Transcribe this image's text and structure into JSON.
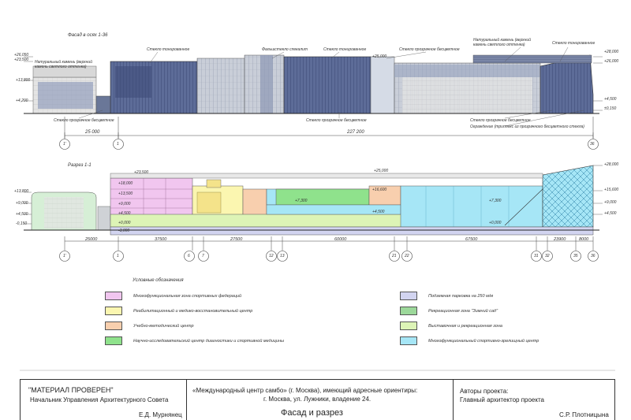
{
  "facade": {
    "title": "Фасад в осях 1-36",
    "callouts": [
      "Натуральный камень (верхний камень светлого оттенка)",
      "Стекло тонированное",
      "Фальшстекло спекалит",
      "Стекло тонированное",
      "Стекло прозрачное бесцветное",
      "Натуральный камень (верхний камень светлого оттенка)",
      "Стекло тонированное",
      "Стекло прозрачное бесцветное",
      "Стекло прозрачное бесцветное",
      "Стекло прозрачное бесцветное",
      "Ограждение (триплекс из прозрачного бесцветного стекла)"
    ],
    "levels_left": [
      "+26,050",
      "+23,500",
      "+13,800",
      "+4,200"
    ],
    "levels_right": [
      "+28,000",
      "+26,000",
      "+4,500",
      "±0,150"
    ],
    "level_mid": "+25,000",
    "dims": [
      "25 000",
      "227 200"
    ],
    "axes": [
      "1'",
      "1",
      "36"
    ]
  },
  "section": {
    "title": "Разрез 1-1",
    "levels_left": [
      "+13,800",
      "+9,000",
      "+4,500",
      "-0,150"
    ],
    "levels_right": [
      "+28,000",
      "+15,600",
      "+9,000",
      "+4,500"
    ],
    "level_mid": "+25,000",
    "inner_levels": [
      "+23,500",
      "+18,000",
      "+13,500",
      "+9,000",
      "+4,500",
      "+0,000",
      "-3,000",
      "+16,600",
      "+7,300",
      "+4,500",
      "+7,300",
      "+0,000"
    ],
    "dims": [
      "25000",
      "37500",
      "27500",
      "60000",
      "67500",
      "23900",
      "8000"
    ],
    "axes": [
      "1'",
      "1",
      "6",
      "7",
      "12",
      "13",
      "21",
      "22",
      "31",
      "32",
      "35",
      "36"
    ]
  },
  "legend": {
    "title": "Условные обозначения",
    "items": [
      {
        "color": "#f1c6ef",
        "label": "Многофункциональная зона спортивных федераций"
      },
      {
        "color": "#fbf6b0",
        "label": "Реабилитационный и медико-восстановительный центр"
      },
      {
        "color": "#f8cfae",
        "label": "Учебно-методический центр"
      },
      {
        "color": "#8fe28c",
        "label": "Научно-исследовательский центр диагностики и спортивной медицины"
      },
      {
        "color": "#d2d4f0",
        "label": "Подземная парковка на 250 м/м"
      },
      {
        "color": "#9cd89a",
        "label": "Рекреационная зона \"Зимний сад\""
      },
      {
        "color": "#ddf4b6",
        "label": "Выставочная и рекреационная зона"
      },
      {
        "color": "#a6e6f6",
        "label": "Многофункциональный спортивно-зрелищный центр"
      }
    ]
  },
  "stamp": {
    "checked": "\"МАТЕРИАЛ ПРОВЕРЕН\"",
    "position": "Начальник Управления Архитектурного Совета",
    "checker": "Е.Д. Мурнянец",
    "project": "«Международный центр самбо» (г. Москва), имеющий адресные ориентиры: г. Москва, ул. Лужники, владение 24.",
    "project_line1": "«Международный центр самбо» (г. Москва), имеющий адресные ориентиры:",
    "project_line2": "г. Москва, ул. Лужники, владение 24.",
    "sheet": "Фасад и разрез",
    "authors": "Авторы проекта:",
    "chief": "Главный архитектор проекта",
    "chief_name": "С.Р. Плотницына"
  },
  "colors": {
    "pink": "#f1c6ef",
    "yellow": "#fbf6b0",
    "orange": "#f8cfae",
    "green": "#8fe28c",
    "lightgreen": "#ddf4b6",
    "blue": "#a6e6f6",
    "parking": "#d2d4f0",
    "glass": "#4a5a86"
  }
}
